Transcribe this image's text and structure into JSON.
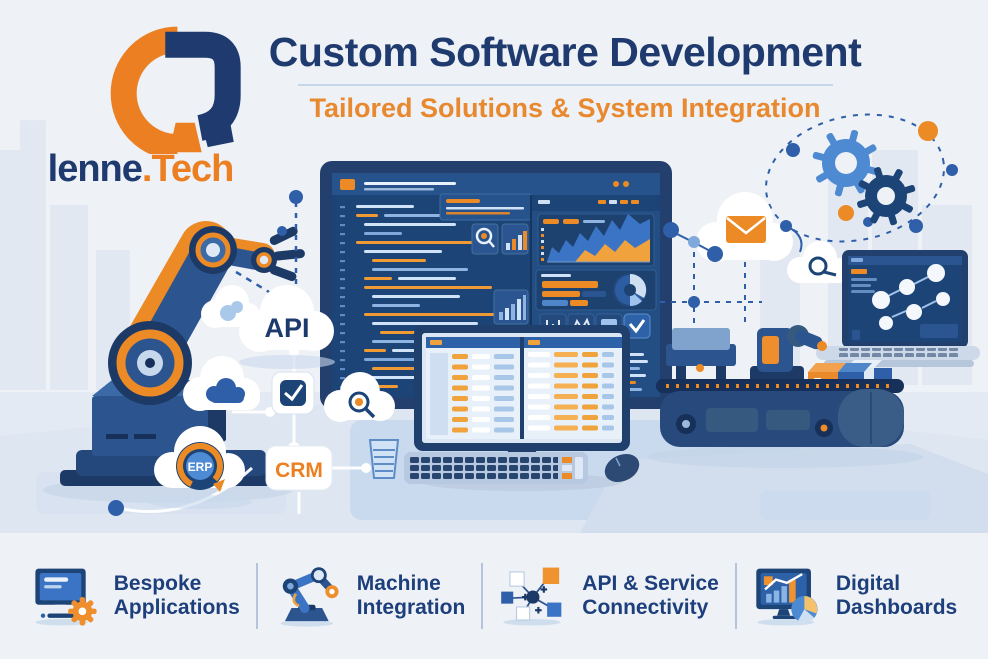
{
  "brand": {
    "logo_primary": "lenne",
    "logo_secondary": ".Tech"
  },
  "header": {
    "title": "Custom Software Development",
    "subtitle": "Tailored Solutions & System Integration"
  },
  "illustration": {
    "api_label": "API",
    "erp_label": "ERP",
    "crm_label": "CRM",
    "icons": {
      "api_cloud": "cloud",
      "erp_badge": "circular-arrow-badge",
      "crm_tag": "rounded-label",
      "check": "checkmark-tile",
      "search": "magnifier",
      "mail": "envelope",
      "gears": "double-gear",
      "sync": "loop-arrow"
    }
  },
  "features": [
    {
      "icon": "bespoke-applications-icon",
      "line1": "Bespoke",
      "line2": "Applications"
    },
    {
      "icon": "machine-integration-icon",
      "line1": "Machine",
      "line2": "Integration"
    },
    {
      "icon": "api-connectivity-icon",
      "line1": "API & Service",
      "line2": "Connectivity"
    },
    {
      "icon": "digital-dashboards-icon",
      "line1": "Digital",
      "line2": "Dashboards"
    }
  ],
  "colors": {
    "navy": "#1e3a6e",
    "blue": "#2e5fa8",
    "light_blue": "#7fa9dc",
    "orange": "#ec8a25",
    "background": "#eef1f6",
    "band": "#e3eaf4",
    "screen": "#1d4476"
  }
}
